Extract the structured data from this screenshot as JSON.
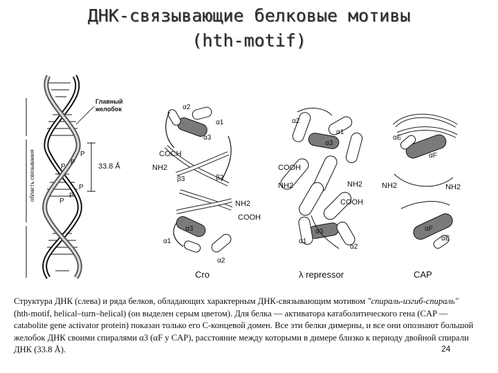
{
  "title": {
    "line1": "ДНК-связывающие белковые мотивы",
    "line2": "(hth-motif)"
  },
  "dna": {
    "groove_label_1": "Главный",
    "groove_label_2": "желобок",
    "side_label": "область связывания",
    "pitch": "33.8 Å",
    "phosphate": "P"
  },
  "proteins": {
    "cro": {
      "name": "Cro",
      "labels": [
        "α2",
        "α1",
        "α3",
        "COCH",
        "NH2",
        "β3",
        "β2",
        "NH2",
        "COOH",
        "α3",
        "α1",
        "α2"
      ]
    },
    "repressor": {
      "name": "λ repressor",
      "labels": [
        "α2",
        "α1",
        "α3",
        "COOH",
        "NH2",
        "NH2",
        "COOH",
        "α3",
        "α1",
        "α2"
      ]
    },
    "cap": {
      "name": "CAP",
      "labels": [
        "αE",
        "αF",
        "NH2",
        "NH2",
        "αF",
        "αE"
      ]
    }
  },
  "caption": {
    "part1": "Структура ДНК (слева) и ряда белков, обладающих характерным ДНК-связывающим мотивом ",
    "italic": "\"спираль-изгиб-спираль\"",
    "part2": " (hth-motif, helical–turn–helical) (он выделен серым цветом). Для белка — активатора катаболитического гена (CAP — catabolite gene activator protein) показан только его С-концевой домен. Все эти белки димерны, и все они опознают большой желобок ДНК своими спиралями α3 (αF у CAP), расстояние между которыми в димере близко к периоду двойной спирали ДНК (33.8 Å)."
  },
  "page_number": "24"
}
